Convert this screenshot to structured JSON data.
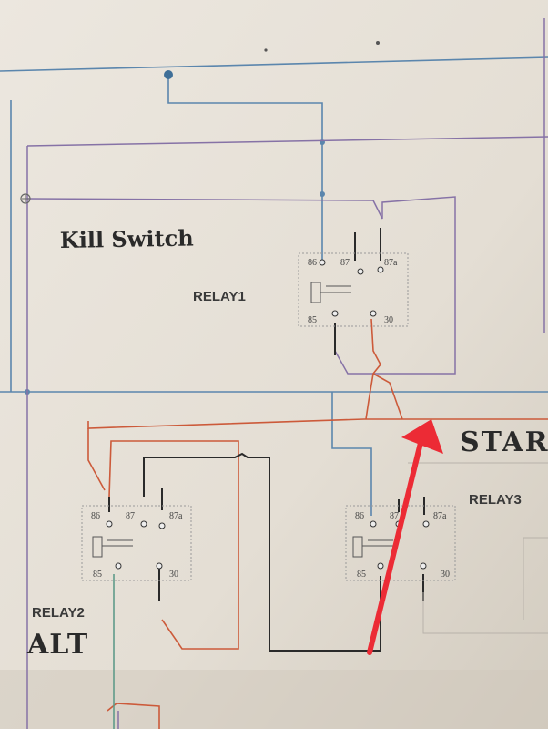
{
  "relays": [
    {
      "id": "relay1",
      "label": "RELAY1",
      "pins": [
        "86",
        "87",
        "87a",
        "85",
        "30"
      ]
    },
    {
      "id": "relay2",
      "label": "RELAY2",
      "pins": [
        "86",
        "87",
        "87a",
        "85",
        "30"
      ]
    },
    {
      "id": "relay3",
      "label": "RELAY3",
      "pins": [
        "86",
        "87",
        "87a",
        "85",
        "30"
      ]
    }
  ],
  "handwritten": {
    "kill_switch": "Kill Switch",
    "start": "STAR",
    "alt": "ALT"
  },
  "colors": {
    "paper": "#e8e3da",
    "wire_blue": "#5b86ad",
    "wire_purple": "#8672a6",
    "wire_orange": "#cc5a3a",
    "wire_black": "#2a2a2a",
    "wire_green": "#5f9b8a",
    "arrow": "#ec2b35",
    "relay_outline": "#9a9a9a"
  }
}
